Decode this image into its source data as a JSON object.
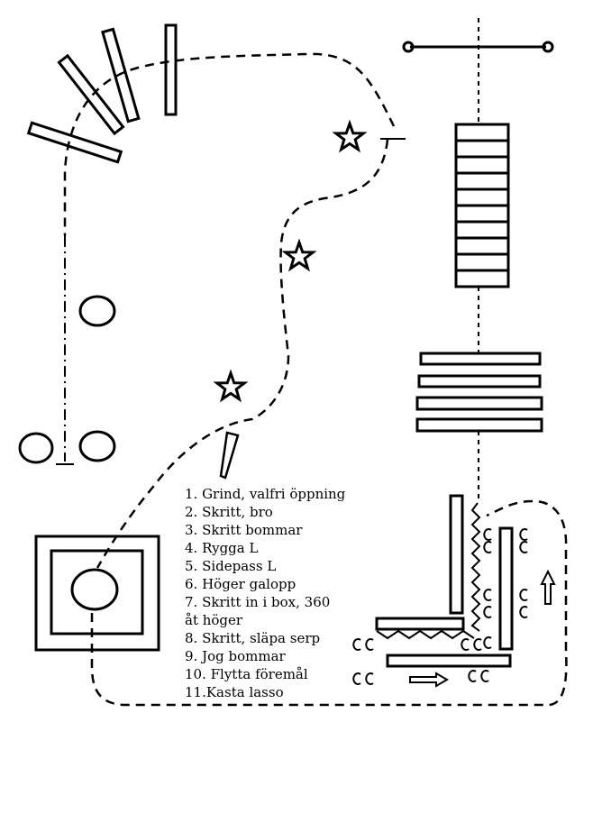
{
  "legend": {
    "items": [
      "1. Grind, valfri öppning",
      "2. Skritt, bro",
      "3. Skritt bommar",
      "4. Rygga L",
      "5. Sidepass L",
      "6. Höger galopp",
      "7. Skritt in i box, 360",
      "åt höger",
      "8. Skritt, släpa serp",
      "9. Jog bommar",
      "10. Flytta föremål",
      "11.Kasta lasso"
    ]
  },
  "colors": {
    "ink": "#000000",
    "paper": "#ffffff"
  }
}
